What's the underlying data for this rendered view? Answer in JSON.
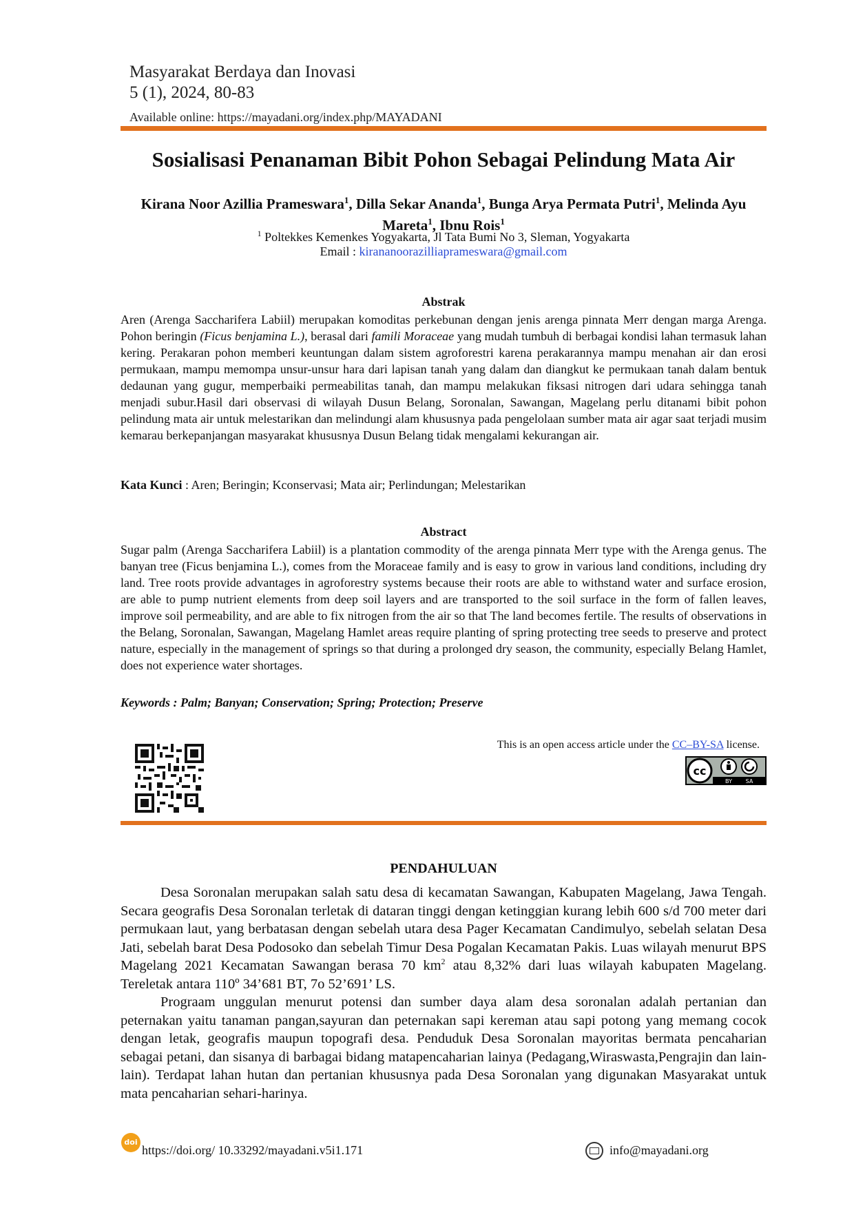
{
  "header": {
    "journal_name": "Masyarakat Berdaya dan Inovasi",
    "volume_issue": "5 (1), 2024, 80-83",
    "online": "Available online: https://mayadani.org/index.php/MAYADANI"
  },
  "title": "Sosialisasi Penanaman Bibit Pohon Sebagai Pelindung Mata Air",
  "authors": [
    {
      "name": "Kirana Noor Azillia Prameswara",
      "sup": "1"
    },
    {
      "name": "Dilla Sekar Ananda",
      "sup": "1"
    },
    {
      "name": "Bunga Arya Permata Putri",
      "sup": "1"
    },
    {
      "name": "Melinda Ayu Mareta",
      "sup": "1"
    },
    {
      "name": "Ibnu Rois",
      "sup": "1"
    }
  ],
  "affiliation": {
    "sup": "1",
    "text": "Poltekkes Kemenkes Yogyakarta, Jl Tata Bumi No 3, Sleman, Yogyakarta"
  },
  "email": {
    "label": "Email : ",
    "address": "kirananoorazilliaprameswara@gmail.com"
  },
  "abstrak": {
    "heading": "Abstrak",
    "part1": "Aren (Arenga Saccharifera Labiil) merupakan komoditas perkebunan dengan jenis arenga pinnata Merr dengan marga Arenga. Pohon beringin ",
    "italic1": "(Ficus benjamina L.)",
    "part2": ", berasal dari ",
    "italic2": "famili Moraceae",
    "part3": " yang mudah tumbuh di berbagai kondisi lahan termasuk lahan kering. Perakaran pohon memberi keuntungan dalam sistem agroforestri karena perakarannya mampu menahan air  dan  erosi permukaan, mampu memompa unsur-unsur hara dari lapisan tanah yang dalam dan diangkut ke permukaan tanah dalam bentuk dedaunan yang gugur, memperbaiki permeabilitas tanah, dan mampu melakukan fiksasi nitrogen dari udara sehingga tanah menjadi subur.Hasil dari observasi di wilayah Dusun Belang, Soronalan, Sawangan, Magelang perlu ditanami bibit pohon pelindung mata air untuk melestarikan dan melindungi alam khususnya pada pengelolaan sumber mata air agar saat terjadi musim kemarau berkepanjangan masyarakat khususnya Dusun Belang tidak mengalami kekurangan air.",
    "keywords_label": "Kata Kunci",
    "keywords": "Aren; Beringin; Kconservasi; Mata air; Perlindungan; Melestarikan"
  },
  "abstract": {
    "heading": "Abstract",
    "text": "Sugar palm (Arenga Saccharifera Labiil) is a plantation commodity of the arenga pinnata Merr type with the Arenga genus. The banyan tree (Ficus benjamina L.), comes from the Moraceae family and is easy to grow in various land conditions, including dry land. Tree roots provide advantages in agroforestry systems because their roots are able to withstand water and surface erosion, are able to pump nutrient elements from deep soil layers and are transported to the soil surface in the form of fallen leaves, improve soil permeability, and are able to fix nitrogen from the air so that The land becomes fertile. The results of observations in the Belang, Soronalan, Sawangan, Magelang Hamlet areas require planting of spring protecting tree seeds to preserve and protect nature, especially in the management of springs so that during a prolonged dry season, the community, especially Belang Hamlet, does not experience water shortages.",
    "keywords": "Keywords : Palm; Banyan; Conservation; Spring; Protection; Preserve"
  },
  "license": {
    "prefix": "This is an open access article under the ",
    "link": "CC–BY-SA",
    "suffix": " license.",
    "badge_cc": "cc",
    "badge_by": "BY",
    "badge_sa": "SA"
  },
  "section": {
    "heading": "PENDAHULUAN",
    "p1_a": "Desa Soronalan merupakan salah satu desa di kecamatan Sawangan, Kabupaten Magelang, Jawa Tengah. Secara geografis Desa Soronalan terletak di dataran tinggi dengan ketinggian kurang lebih 600 s/d 700 meter dari permukaan laut, yang berbatasan dengan sebelah utara desa Pager Kecamatan Candimulyo, sebelah selatan Desa Jati, sebelah barat Desa Podosoko dan sebelah Timur Desa Pogalan Kecamatan Pakis. Luas wilayah menurut BPS Magelang 2021 Kecamatan Sawangan berasa 70 km",
    "p1_sup": "2",
    "p1_b": " atau 8,32% dari luas wilayah kabupaten Magelang. Tereletak antara 110º 34’681 BT, 7o 52’691’ LS.",
    "p2": "Prograam unggulan menurut potensi dan sumber daya alam desa soronalan adalah pertanian dan peternakan yaitu tanaman pangan,sayuran dan peternakan sapi kereman atau sapi potong yang memang cocok dengan letak, geografis maupun topografi desa. Penduduk Desa Soronalan mayoritas bermata pencaharian sebagai petani, dan sisanya di barbagai bidang matapencaharian lainya (Pedagang,Wiraswasta,Pengrajin dan lain-lain). Terdapat lahan hutan dan pertanian khususnya pada Desa Soronalan yang digunakan Masyarakat untuk mata pencaharian sehari-harinya."
  },
  "footer": {
    "doi_icon": "doi",
    "doi": "https://doi.org/ 10.33292/mayadani.v5i1.171",
    "email": "info@mayadani.org"
  }
}
